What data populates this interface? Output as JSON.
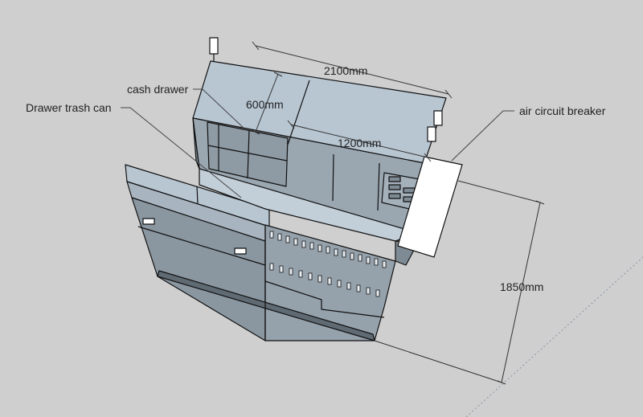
{
  "colors": {
    "background": "#cfcfcf",
    "model_face_light": "#b8c6d2",
    "model_face_mid": "#9aa6b0",
    "model_face_dark": "#7e8a94",
    "edge": "#111111",
    "dimension_line": "#333333",
    "breaker_box": "#ffffff"
  },
  "labels": {
    "cash_drawer": "cash drawer",
    "drawer_trash_can": "Drawer trash can",
    "air_circuit_breaker": "air circuit breaker"
  },
  "dimensions": {
    "overall_length": "2100mm",
    "depth": "600mm",
    "inner_length": "1200mm",
    "height": "1850mm"
  }
}
